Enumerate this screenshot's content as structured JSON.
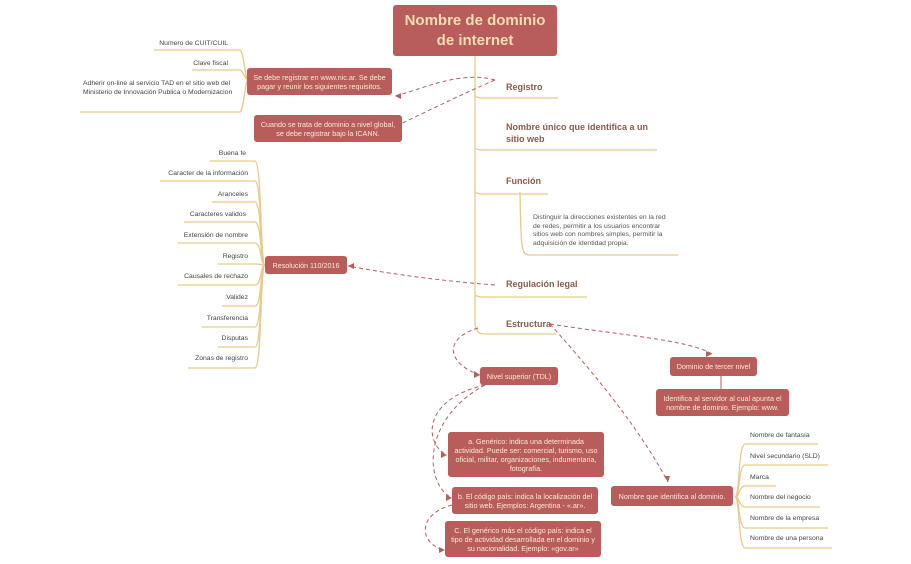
{
  "root": "Nombre de dominio de internet",
  "branches": {
    "registro": "Registro",
    "nombre_unico": "Nombre único que identifica a un sitio web",
    "funcion": "Función",
    "regulacion": "Regulación legal",
    "estructura": "Estructura"
  },
  "funcion_desc": "Distinguir la direcciones existentes en la red de redes, permitir a los usuarios encontrar sitios web con nombres simples, permitir la adquisición de identidad propia.",
  "registro": {
    "nic_note": "Se debe registrar en www.nic.ar. Se debe pagar y reunir los siguientes requisitos.",
    "global_note": "Cuando se trata de dominio a nivel global, se debe registrar bajo la ICANN.",
    "requisitos": [
      "Numero de CUIT/CUIL",
      "Clave fiscal",
      "Adherir on-line al servicio TAD en el sitio web del Ministerio de Innovación Publica o Modernizacion"
    ]
  },
  "regulacion": {
    "resolucion": "Resolución 110/2016",
    "items": [
      "Buena fe",
      "Caracter de la información",
      "Aranceles",
      "Caracteres validos",
      "Extensión de nombre",
      "Registro",
      "Causales de rechazo",
      "Validez",
      "Transferencia",
      "Disputas",
      "Zonas de registro"
    ]
  },
  "estructura": {
    "tdl": "Nivel superior (TDL)",
    "generico": "a. Genérico: indica una determinada actividad. Puede ser: comercial, turismo, uso oficial, militar, organizaciones, indumentaria, fotografía.",
    "pais": "b. El código país: indica la localización del sitio web. Ejemplos: Argentina - «.ar».",
    "generico_pais": "C. El genérico más el código país: indica el tipo de actividad desarrollada en el dominio y su nacionalidad. Ejemplo: «gov.ar»",
    "tercer_nivel": "Dominio de tercer nivel",
    "tercer_nivel_desc": "Identifica al servidor al cual apunta el nombre de dominio. Ejemplo: www.",
    "nombre_identifica": "Nombre que identifica al dominio.",
    "nombre_items": [
      "Nombre de fantasía",
      "Nivel secundario (SLD)",
      "Marca",
      "Nombre del negocio",
      "Nombre de la empresa",
      "Nombre de una persona"
    ]
  }
}
